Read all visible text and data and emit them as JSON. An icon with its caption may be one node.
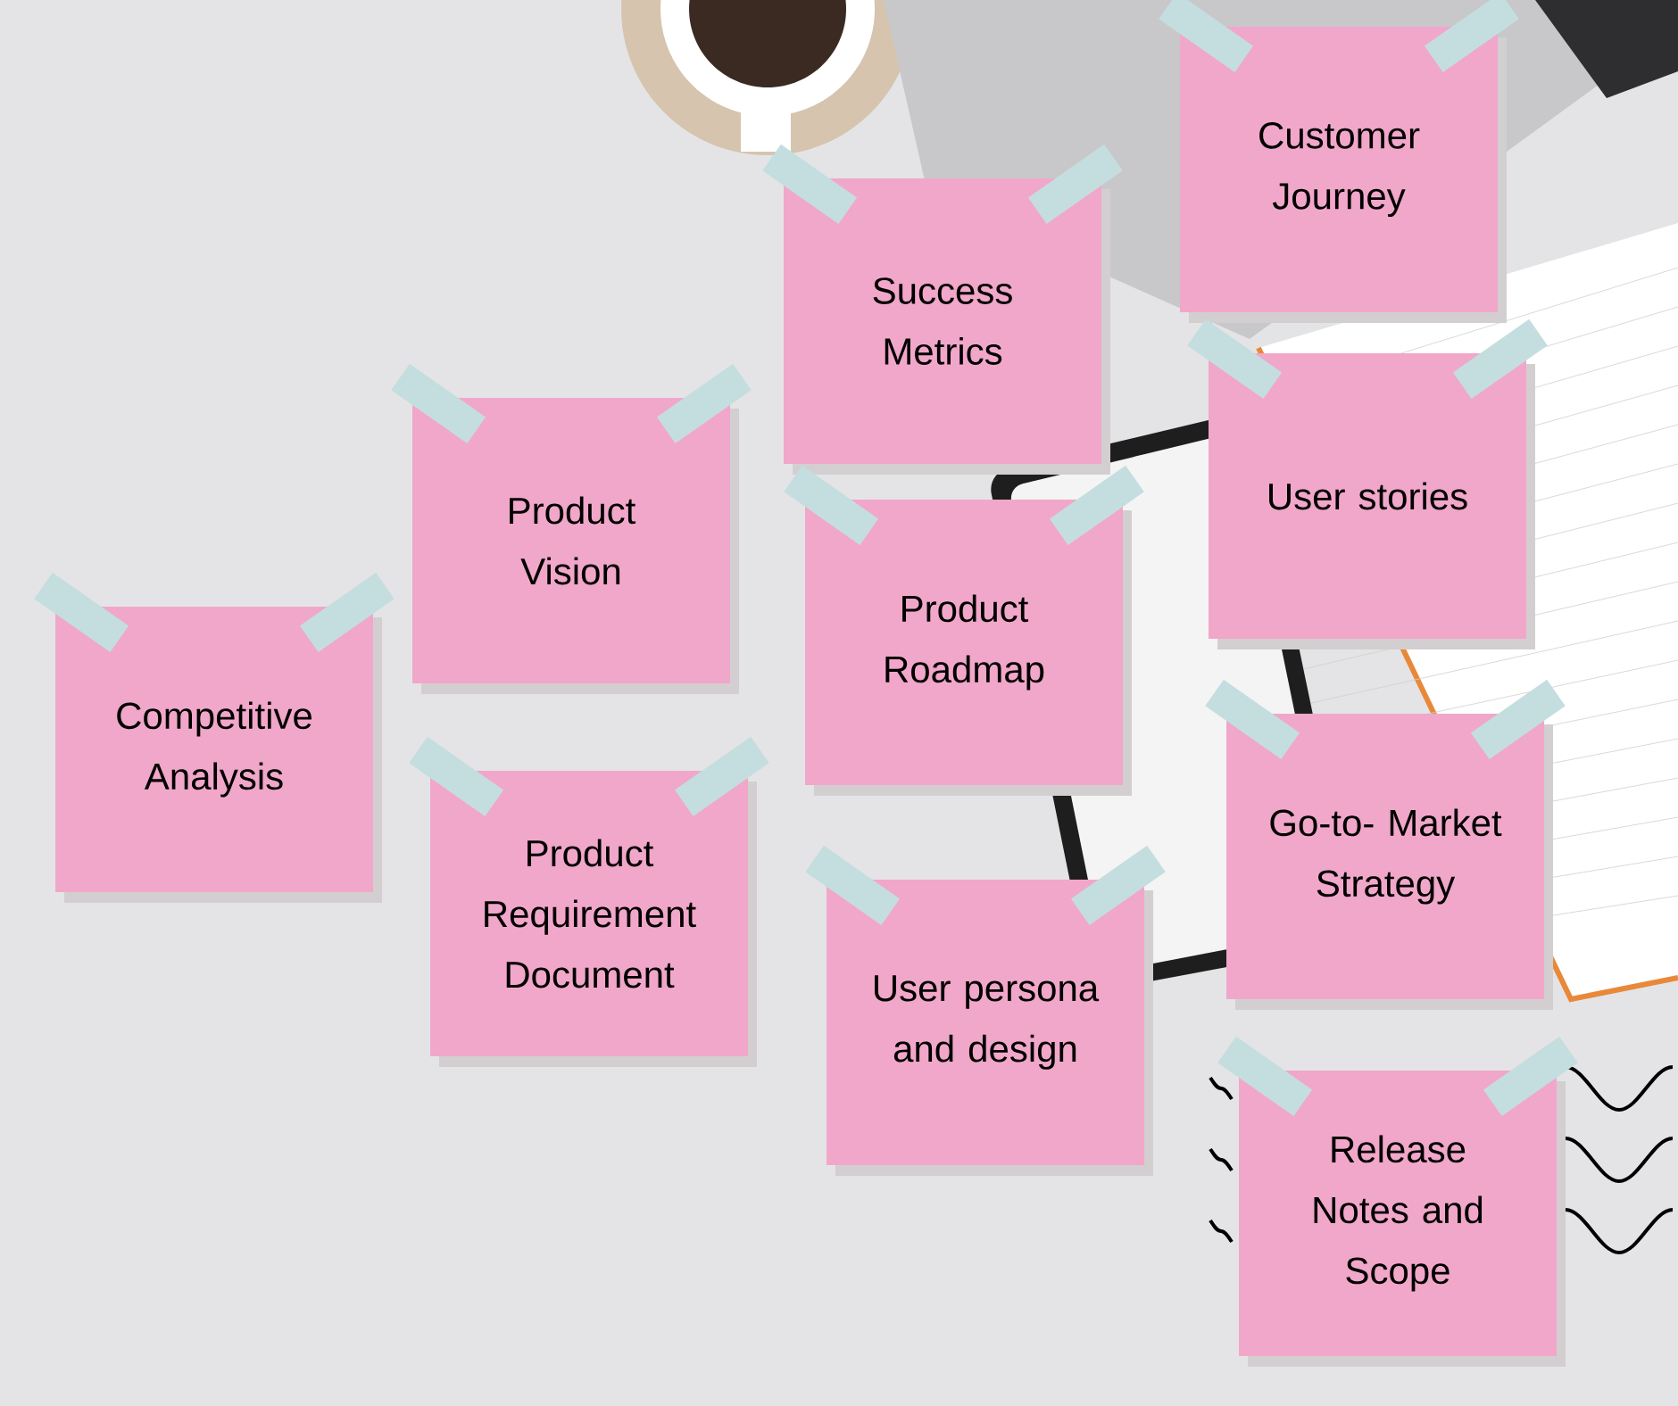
{
  "diagram": {
    "nodes": [
      {
        "text": [
          "Competitive Analysis"
        ]
      },
      {
        "text": [
          "Product Vision"
        ]
      },
      {
        "text": [
          "Product Requirement Document"
        ]
      },
      {
        "text": [
          "Success Metrics"
        ]
      },
      {
        "text": [
          "Product Roadmap"
        ]
      },
      {
        "text": [
          "User persona and design"
        ]
      },
      {
        "text": [
          "Customer Journey"
        ]
      },
      {
        "text": [
          "User stories"
        ]
      },
      {
        "text": [
          "Go-to- Market Strategy"
        ]
      },
      {
        "text": [
          "Release Notes and Scope"
        ]
      }
    ]
  }
}
